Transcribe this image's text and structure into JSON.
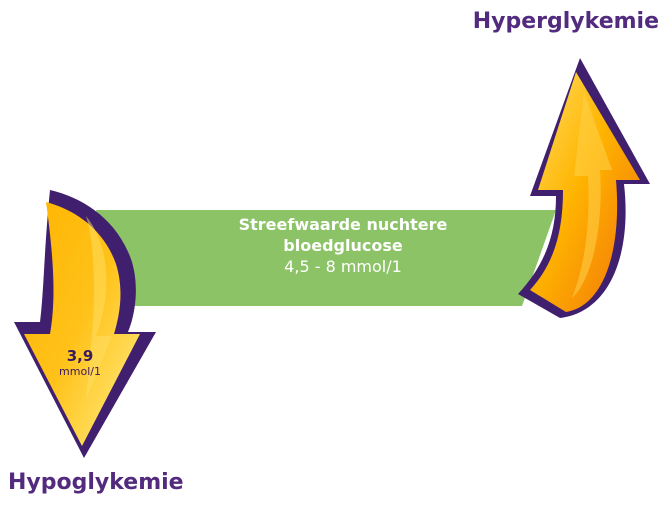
{
  "diagram": {
    "upper_label": "Hyperglykemie",
    "lower_label": "Hypoglykemie",
    "target": {
      "title_line1": "Streefwaarde nuchtere",
      "title_line2": "bloedglucose",
      "range": "4,5 - 8 mmol/1"
    },
    "threshold": {
      "value": "3,9",
      "unit": "mmol/1"
    },
    "colors": {
      "band": "#8cc366",
      "outline": "#40206e",
      "arrow_light": "#ffe066",
      "arrow_mid": "#ffb400",
      "arrow_dark": "#f0700a",
      "label": "#522a7e"
    }
  }
}
